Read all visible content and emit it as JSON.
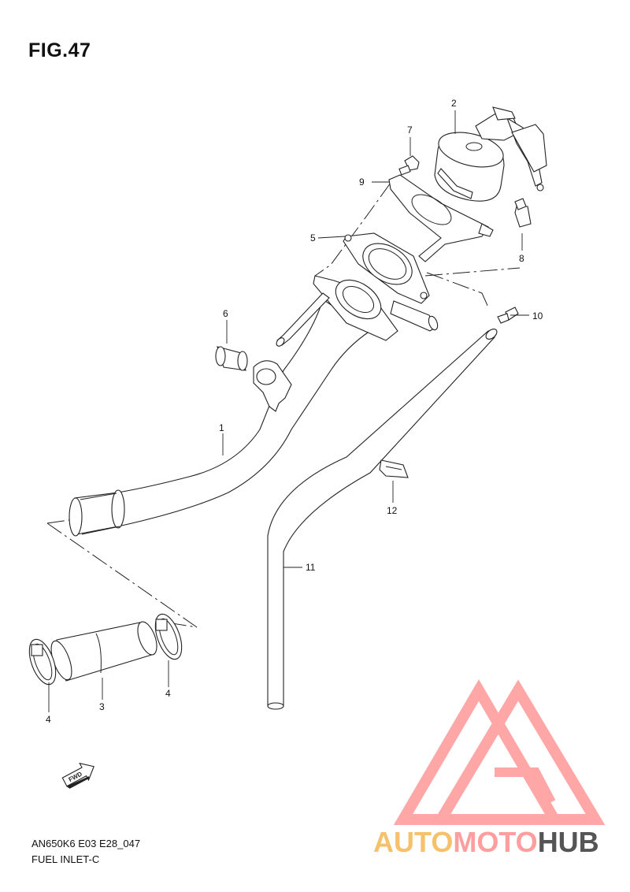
{
  "figure": {
    "title": "FIG.47",
    "model_code": "AN650K6 E03 E28_047",
    "section_name": "FUEL INLET-C"
  },
  "callouts": [
    "1",
    "2",
    "3",
    "4",
    "4",
    "5",
    "6",
    "7",
    "8",
    "9",
    "10",
    "11",
    "12"
  ],
  "fwd_arrow": {
    "label": "FWD",
    "icon": "forward-arrow-icon"
  },
  "watermark": {
    "text": "AUTOMOTOHUB",
    "colors": {
      "primary": "#ff9e9e",
      "accent": "#f5c16a",
      "dark": "#555555"
    }
  }
}
